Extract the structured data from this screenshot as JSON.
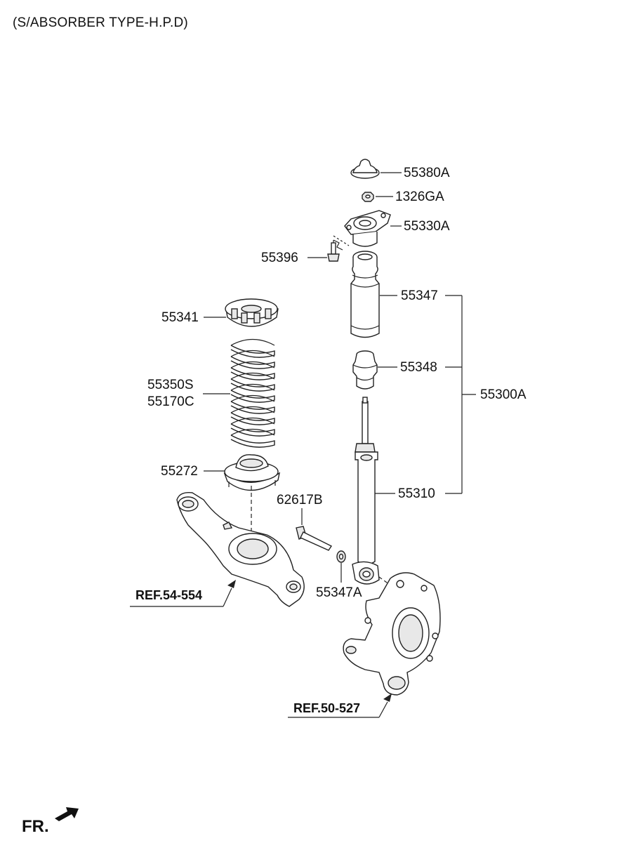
{
  "title": "(S/ABSORBER TYPE-H.P.D)",
  "parts": {
    "p55380A": "55380A",
    "p1326GA": "1326GA",
    "p55330A": "55330A",
    "p55396": "55396",
    "p55347": "55347",
    "p55341": "55341",
    "p55348": "55348",
    "p55350S": "55350S",
    "p55170C": "55170C",
    "p55300A": "55300A",
    "p55272": "55272",
    "p62617B": "62617B",
    "p55310": "55310",
    "p55347A": "55347A"
  },
  "refs": {
    "ref_arm": "REF.54-554",
    "ref_knuckle": "REF.50-527"
  },
  "direction": "FR."
}
